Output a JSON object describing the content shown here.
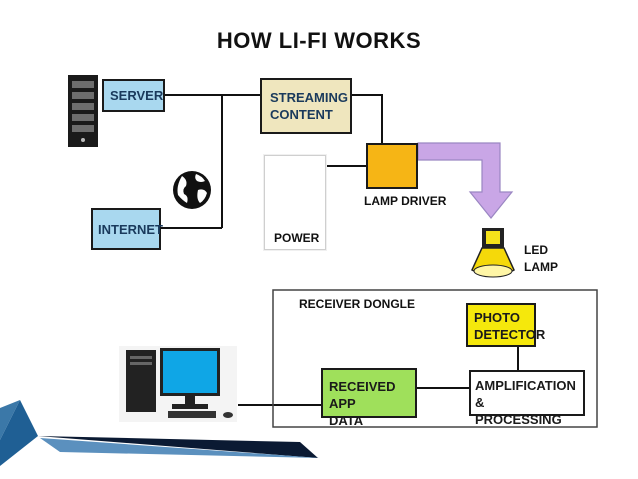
{
  "title": "HOW LI-FI WORKS",
  "nodes": {
    "server": "SERVER",
    "internet": "INTERNET",
    "streaming_line1": "STREAMING",
    "streaming_line2": "CONTENT",
    "power": "POWER",
    "lamp_driver": "LAMP DRIVER",
    "led_line1": "LED",
    "led_line2": "LAMP",
    "receiver_dongle": "RECEIVER DONGLE",
    "photo_line1": "PHOTO",
    "photo_line2": "DETECTOR",
    "received_line1": "RECEIVED APP",
    "received_line2": "DATA",
    "amp_line1": "AMPLIFICATION &",
    "amp_line2": "PROCESSING"
  },
  "colors": {
    "server_fill": "#a9d8ef",
    "internet_fill": "#a9d8ef",
    "streaming_fill": "#efe6be",
    "lamp_driver_fill": "#f6b515",
    "photo_fill": "#f5e80c",
    "received_fill": "#9fe05b",
    "beam_fill": "#c9a6e6",
    "monitor_screen": "#0fa6e6"
  },
  "icons": [
    "server-rack-icon",
    "globe-icon",
    "power-icon",
    "led-lamp-icon",
    "desktop-computer-icon"
  ]
}
